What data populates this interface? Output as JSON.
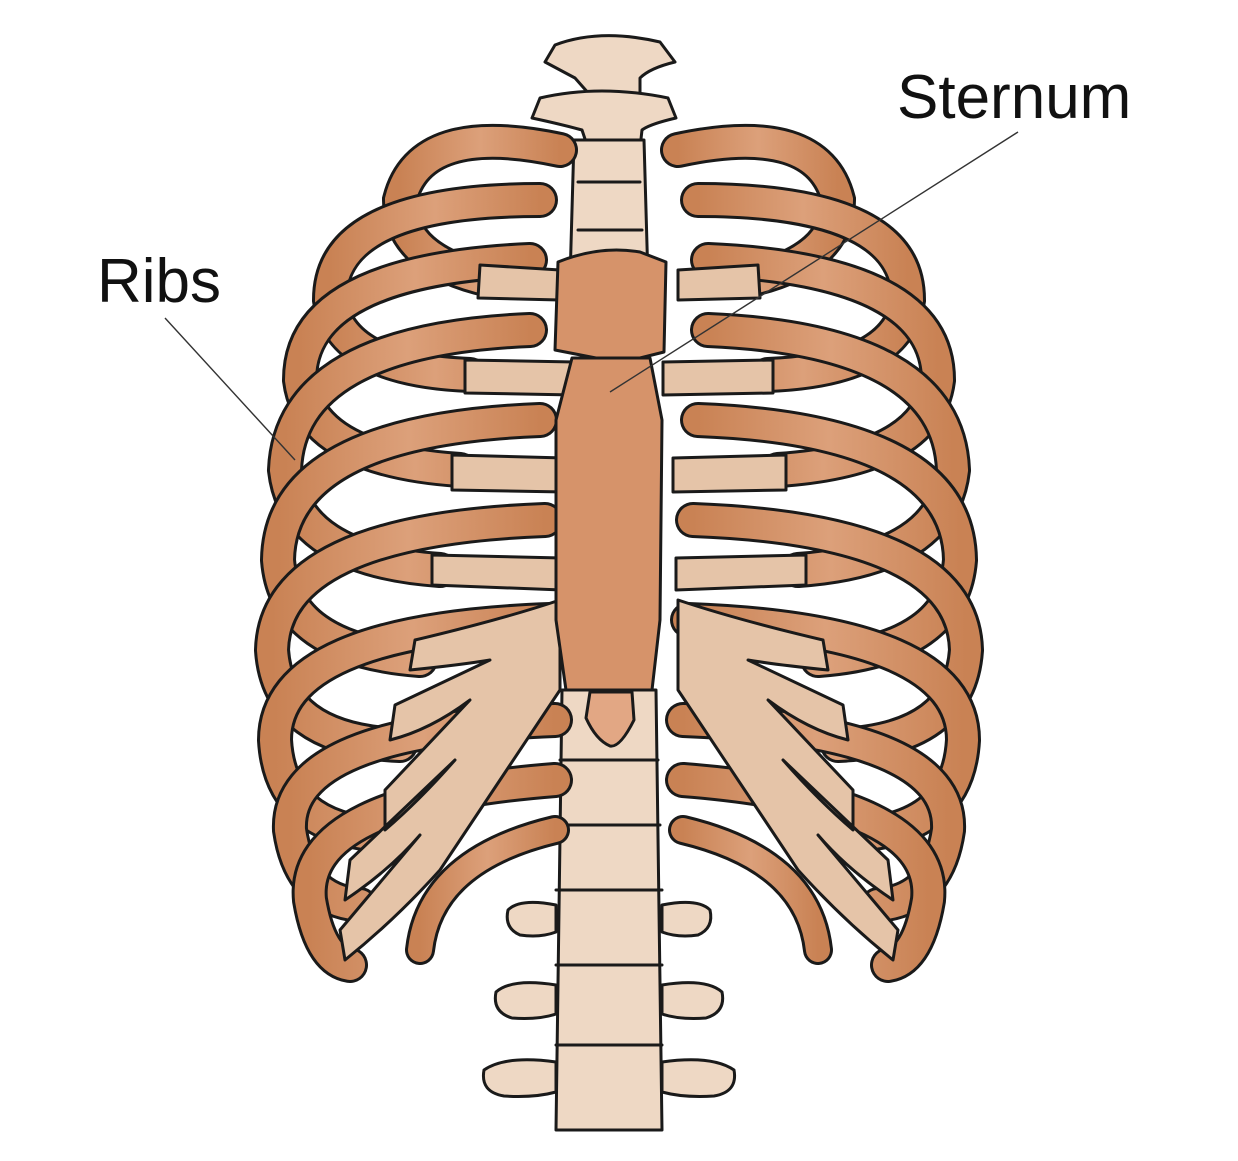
{
  "labels": {
    "sternum": "Sternum",
    "ribs": "Ribs"
  },
  "colors": {
    "bone": "#d6936a",
    "bone_shadow": "#bf7449",
    "cartilage": "#e5c4a8",
    "vertebra": "#eed8c4",
    "outline": "#1a1a1a",
    "background": "#ffffff"
  },
  "icons": {
    "figure": "rib-cage-illustration"
  }
}
